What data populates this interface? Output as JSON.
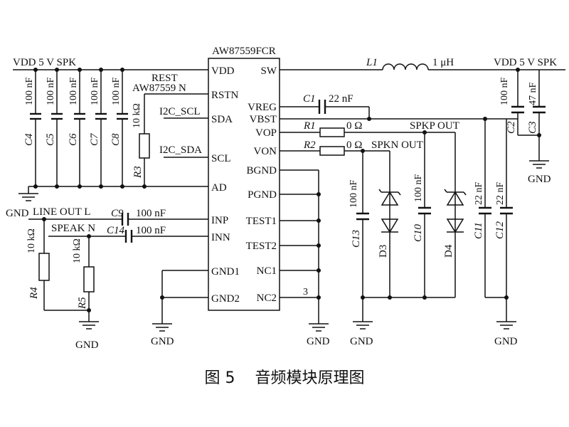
{
  "chip": {
    "name": "AW87559FCR",
    "pins_left": [
      "VDD",
      "RSTN",
      "SDA",
      "SCL",
      "AD",
      "INP",
      "INN",
      "GND1",
      "GND2"
    ],
    "pins_right": [
      "SW",
      "VREG",
      "VBST",
      "VOP",
      "VON",
      "BGND",
      "PGND",
      "TEST1",
      "TEST2",
      "NC1",
      "NC2"
    ],
    "nc2_pin_number": "3"
  },
  "nets": {
    "vdd_left": "VDD 5 V SPK",
    "vdd_right": "VDD 5 V SPK",
    "rest_line1": "REST",
    "rest_line2": "AW87559 N",
    "i2c_scl": "I2C_SCL",
    "i2c_sda": "I2C_SDA",
    "line_out": "LINE OUT L",
    "speak_n": "SPEAK N",
    "spkp_out": "SPKP OUT",
    "spkn_out": "SPKN OUT"
  },
  "components": {
    "decoupling_left": [
      {
        "ref": "C4",
        "value": "100 nF"
      },
      {
        "ref": "C5",
        "value": "100 nF"
      },
      {
        "ref": "C6",
        "value": "100 nF"
      },
      {
        "ref": "C7",
        "value": "100 nF"
      },
      {
        "ref": "C8",
        "value": "100 nF"
      }
    ],
    "r3": {
      "ref": "R3",
      "value": "10 kΩ"
    },
    "c9": {
      "ref": "C9",
      "value": "100 nF"
    },
    "c14": {
      "ref": "C14",
      "value": "100 nF"
    },
    "r4": {
      "ref": "R4",
      "value": "10 kΩ"
    },
    "r5": {
      "ref": "R5",
      "value": "10 kΩ"
    },
    "l1": {
      "ref": "L1",
      "value": "1 μH"
    },
    "c1": {
      "ref": "C1",
      "value": "22 nF"
    },
    "r1": {
      "ref": "R1",
      "value": "0 Ω"
    },
    "r2": {
      "ref": "R2",
      "value": "0 Ω"
    },
    "c2": {
      "ref": "C2",
      "value": "100 nF"
    },
    "c3": {
      "ref": "C3",
      "value": "47 nF"
    },
    "c13": {
      "ref": "C13",
      "value": "100 nF"
    },
    "c10": {
      "ref": "C10",
      "value": "100 nF"
    },
    "d3": {
      "ref": "D3"
    },
    "d4": {
      "ref": "D4"
    },
    "c11": {
      "ref": "C11",
      "value": "22 nF"
    },
    "c12": {
      "ref": "C12",
      "value": "22 nF"
    }
  },
  "grounds": [
    "GND",
    "GND",
    "GND",
    "GND",
    "GND",
    "GND",
    "GND"
  ],
  "caption": "图 5    音频模块原理图"
}
